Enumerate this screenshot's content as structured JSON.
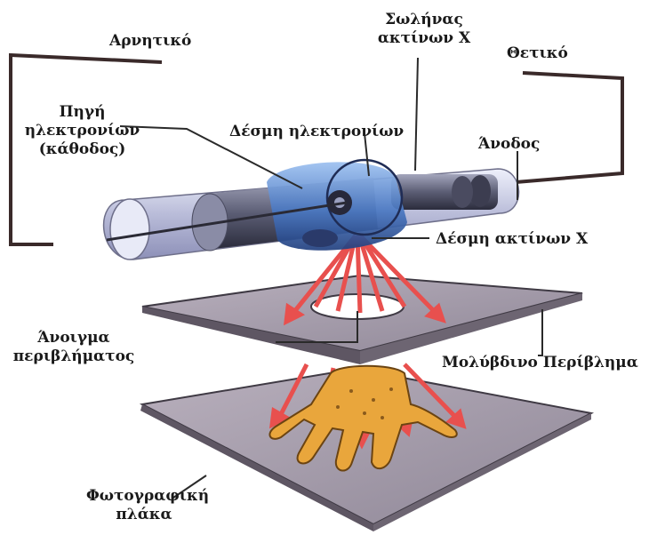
{
  "labels": {
    "negative": "Αρνητικό",
    "tube_line1": "Σωλήνας",
    "tube_line2": "ακτίνων Χ",
    "positive": "Θετικό",
    "source_line1": "Πηγή",
    "source_line2": "ηλεκτρονίων",
    "source_line3": "(κάθοδος)",
    "electron_beam": "Δέσμη ηλεκτρονίων",
    "anode": "Άνοδος",
    "xray_beam": "Δέσμη ακτίνων Χ",
    "opening_line1": "Άνοιγμα",
    "opening_line2": "περιβλήματος",
    "lead_casing": "Μολύβδινο Περίβλημα",
    "plate_line1": "Φωτογραφική",
    "plate_line2": "πλάκα"
  },
  "colors": {
    "tube_glass": "#c9cbe4",
    "tube_blue": "#4f7fc8",
    "plate": "#a8a0ae",
    "ray": "#e8504e",
    "hand": "#e9a63c",
    "wire": "#3a2a2a"
  }
}
